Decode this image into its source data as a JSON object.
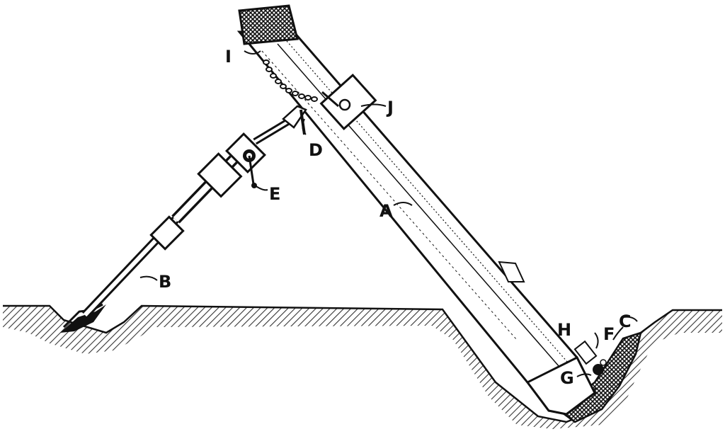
{
  "labels": {
    "A": "A",
    "B": "B",
    "C": "C",
    "D": "D",
    "E": "E",
    "F": "F",
    "G": "G",
    "H": "H",
    "I": "I",
    "J": "J"
  },
  "colors": {
    "ink": "#111111",
    "paper": "#ffffff"
  }
}
